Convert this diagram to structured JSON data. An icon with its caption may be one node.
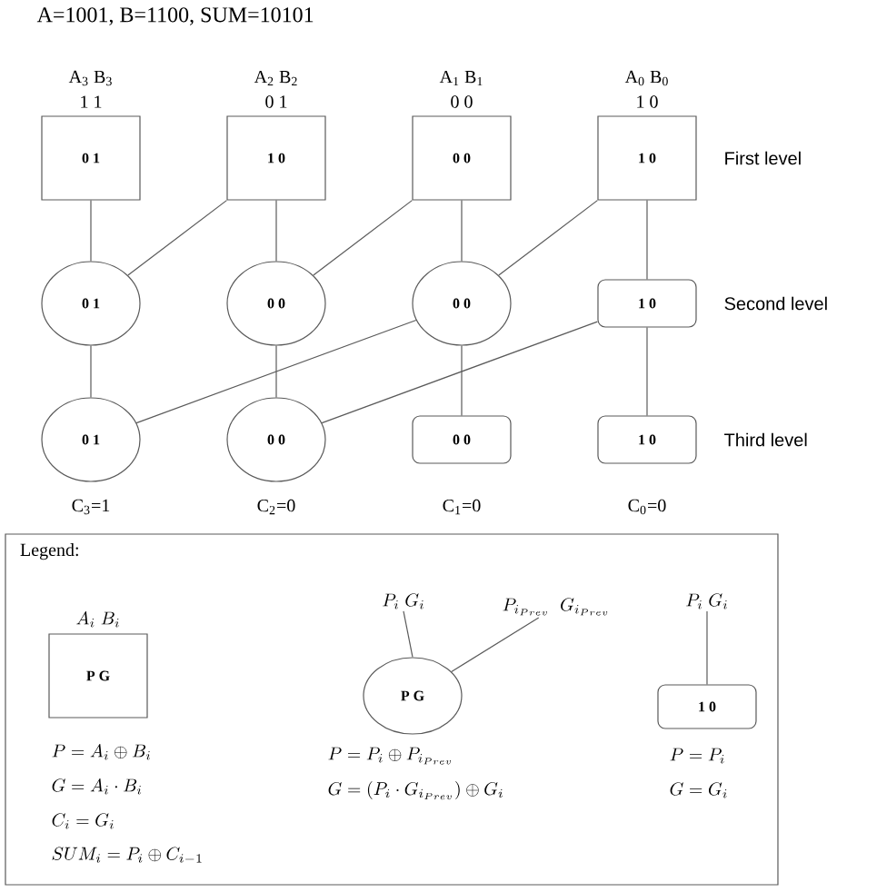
{
  "diagram": {
    "title": "A=1001, B=1100, SUM=10101",
    "nodes": [
      {
        "text": [
          "A$_{3}$ B$_{3}$",
          "1 1",
          "0 1"
        ]
      },
      {
        "text": [
          "A$_{2}$ B$_{2}$",
          "0 1",
          "1 0"
        ]
      },
      {
        "text": [
          "A$_{1}$ B$_{1}$",
          "0 0",
          "0 0"
        ]
      },
      {
        "text": [
          "A$_{0}$ B$_{0}$",
          "1 0",
          "1 0"
        ]
      },
      {
        "text": [
          "0 1"
        ]
      },
      {
        "text": [
          "0 0"
        ]
      },
      {
        "text": [
          "0 0"
        ]
      },
      {
        "text": [
          "1 0"
        ]
      },
      {
        "text": [
          "0 1"
        ],
        "beside": [
          "C$_{3}$=1"
        ]
      },
      {
        "text": [
          "0 0"
        ],
        "beside": [
          "C$_{2}$=0"
        ]
      },
      {
        "text": [
          "0 0"
        ],
        "beside": [
          "C$_{1}$=0"
        ]
      },
      {
        "text": [
          "1 0"
        ],
        "beside": [
          "C$_{0}$=0"
        ]
      },
      {
        "text": [
          "Legend:"
        ]
      },
      {
        "text": [
          "A_i\\;B_i",
          "P G"
        ],
        "in": 12,
        "beside": [
          "P=A_i\\oplus B_i",
          "G=A_i\\cdot B_i",
          "C_i=G_i",
          "SUM_i=P_i\\oplus C_{i-1}"
        ]
      },
      {
        "text": [
          "P_i\\;G_i"
        ],
        "in": 12
      },
      {
        "text": [
          "P_{i_{Prev}}\\;\\;G_{i_{Prev}}"
        ],
        "in": 12
      },
      {
        "text": [
          "P G"
        ],
        "in": 12,
        "beside": [
          "P=P_i\\oplus P_{i_{Prev}}",
          "G=(P_i\\cdot G_{i_{Prev}})\\oplus G_i"
        ]
      },
      {
        "text": [
          "P_i\\;G_i"
        ],
        "in": 12
      },
      {
        "text": [
          "1 0"
        ],
        "in": 12,
        "beside": [
          "P=P_i",
          "G=G_i"
        ]
      }
    ],
    "edges": [
      {
        "from": 0,
        "to": 4,
        "arrow": "none"
      },
      {
        "from": 1,
        "to": 4,
        "arrow": "none"
      },
      {
        "from": 1,
        "to": 5,
        "arrow": "none"
      },
      {
        "from": 2,
        "to": 5,
        "arrow": "none"
      },
      {
        "from": 2,
        "to": 6,
        "arrow": "none"
      },
      {
        "from": 3,
        "to": 6,
        "arrow": "none"
      },
      {
        "from": 3,
        "to": 7,
        "arrow": "none"
      },
      {
        "from": 4,
        "to": 8,
        "arrow": "none"
      },
      {
        "from": 6,
        "to": 8,
        "arrow": "none"
      },
      {
        "from": 5,
        "to": 9,
        "arrow": "none"
      },
      {
        "from": 7,
        "to": 9,
        "arrow": "none"
      },
      {
        "from": 6,
        "to": 10,
        "arrow": "none"
      },
      {
        "from": 7,
        "to": 11,
        "arrow": "none"
      },
      {
        "from": 14,
        "to": 16,
        "arrow": "none"
      },
      {
        "from": 15,
        "to": 16,
        "arrow": "none"
      },
      {
        "from": 17,
        "to": 18,
        "arrow": "none"
      }
    ],
    "labels": [
      "First level",
      "Second level",
      "Third level"
    ]
  }
}
